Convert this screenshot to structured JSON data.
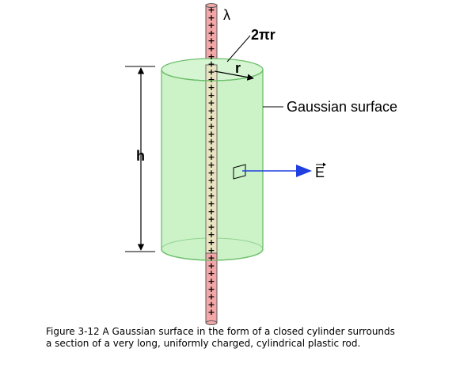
{
  "labels": {
    "lambda": "λ",
    "circumference": "2πr",
    "radius": "r",
    "surface": "Gaussian surface",
    "height": "h",
    "field": "E"
  },
  "charge_sign": "+",
  "caption": {
    "line1": "Figure 3-12 A Gaussian surface in the form of a closed cylinder surrounds",
    "line2": "a section of a very long, uniformly charged, cylindrical plastic rod."
  },
  "colors": {
    "cylinder_fill": "#ccf2c8",
    "cylinder_stroke": "#6cbf6a",
    "rod_fill": "#f3a7a8",
    "rod_inside": "#e8e4c0",
    "arrow": "#1f3fe0"
  }
}
